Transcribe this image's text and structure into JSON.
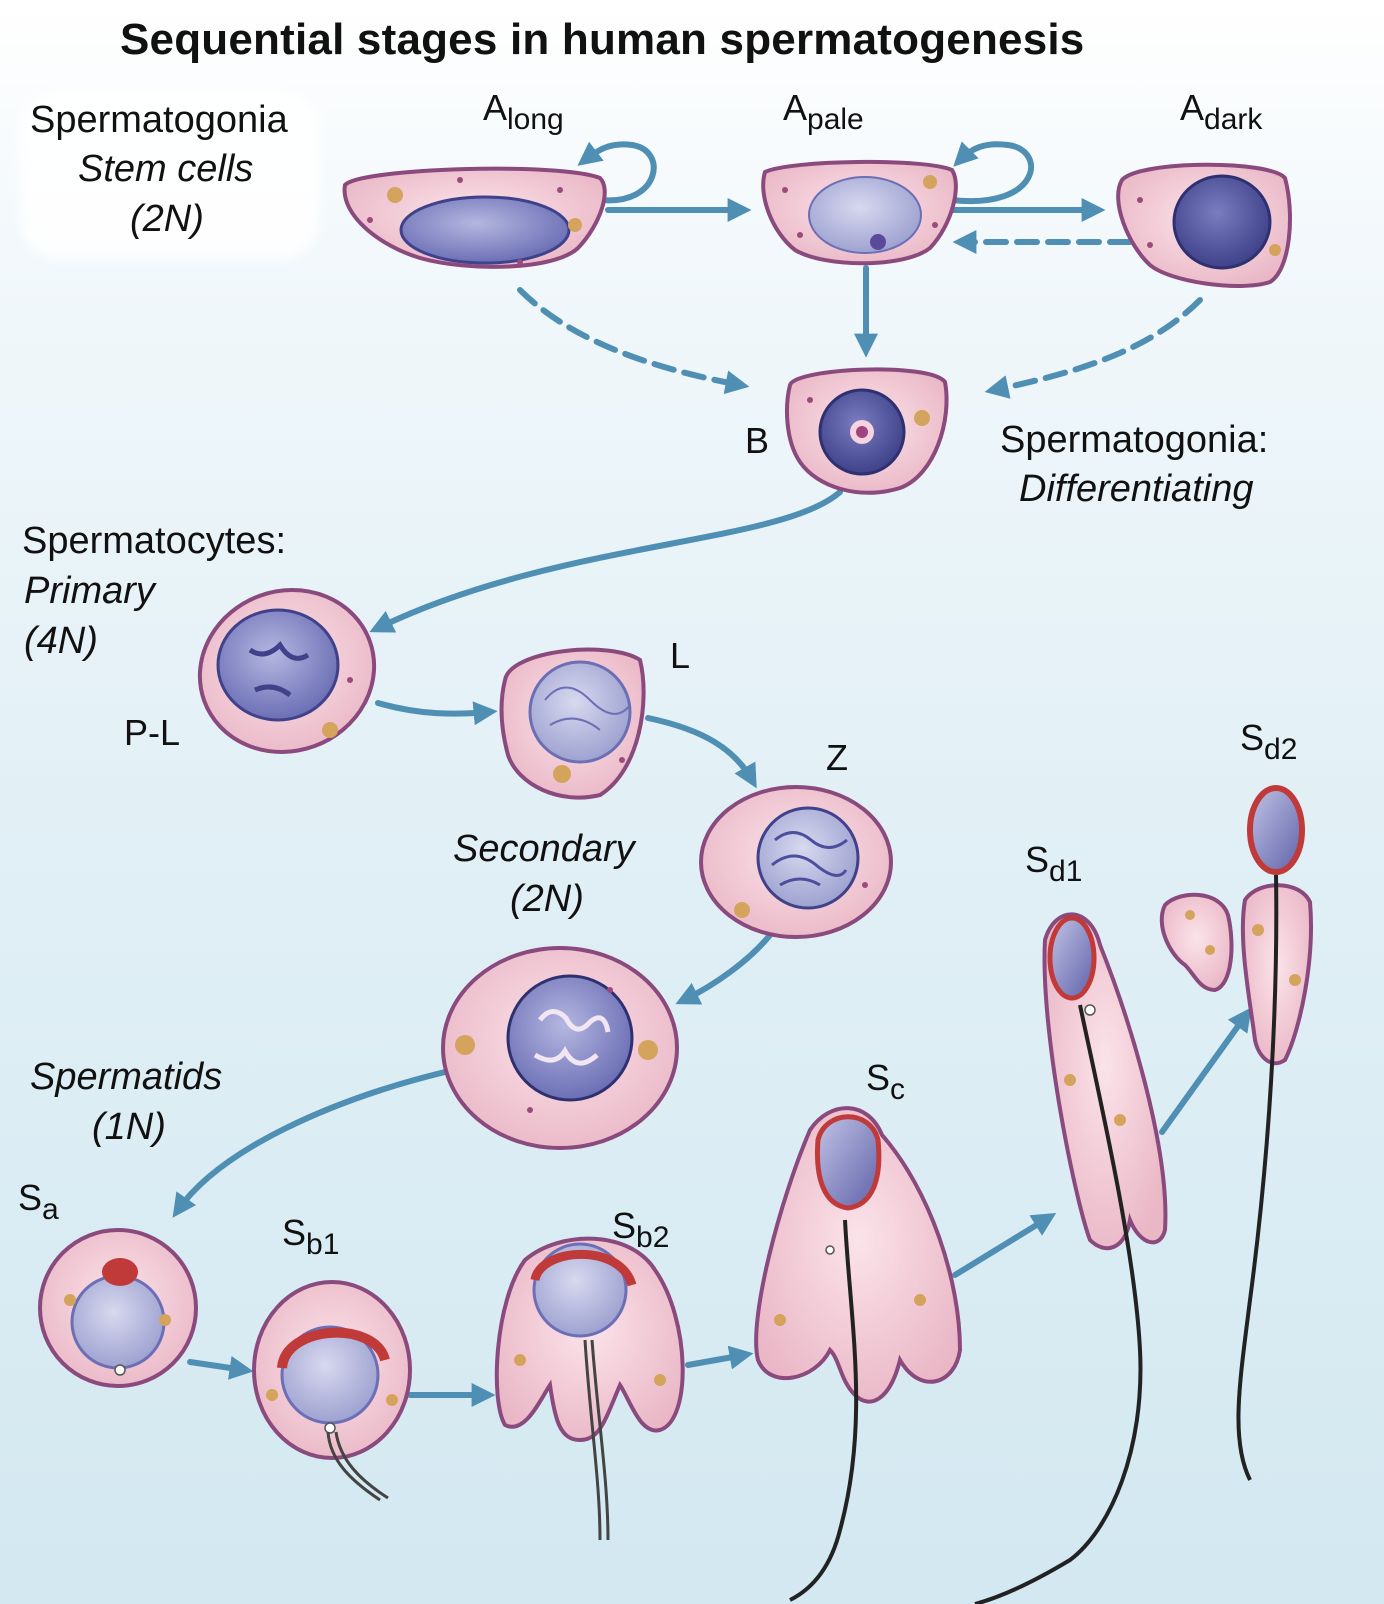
{
  "title": "Sequential stages in human spermatogenesis",
  "groups": {
    "spermatogonia_stem": {
      "line1": "Spermatogonia",
      "line2": "Stem cells",
      "line3": "(2N)"
    },
    "spermatogonia_diff": {
      "line1": "Spermatogonia:",
      "line2": "Differentiating"
    },
    "spermatocytes": {
      "line1": "Spermatocytes:",
      "line2": "Primary",
      "line3": "(4N)"
    },
    "secondary": {
      "line1": "Secondary",
      "line2": "(2N)"
    },
    "spermatids": {
      "line1": "Spermatids",
      "line2": "(1N)"
    }
  },
  "stages": {
    "a_long": {
      "base": "A",
      "sub": "long"
    },
    "a_pale": {
      "base": "A",
      "sub": "pale"
    },
    "a_dark": {
      "base": "A",
      "sub": "dark"
    },
    "b": {
      "base": "B",
      "sub": ""
    },
    "pl": {
      "base": "P-L",
      "sub": ""
    },
    "l": {
      "base": "L",
      "sub": ""
    },
    "z": {
      "base": "Z",
      "sub": ""
    },
    "sa": {
      "base": "S",
      "sub": "a"
    },
    "sb1": {
      "base": "S",
      "sub": "b1"
    },
    "sb2": {
      "base": "S",
      "sub": "b2"
    },
    "sc": {
      "base": "S",
      "sub": "c"
    },
    "sd1": {
      "base": "S",
      "sub": "d1"
    },
    "sd2": {
      "base": "S",
      "sub": "d2"
    }
  },
  "colors": {
    "arrow": "#4f8fb3",
    "cytoplasm": "#f3cdd7",
    "membrane": "#8a4a7e",
    "nucleus": "#6f70b0",
    "acrosome": "#c03a3a",
    "mitochondria": "#d4a35c"
  }
}
